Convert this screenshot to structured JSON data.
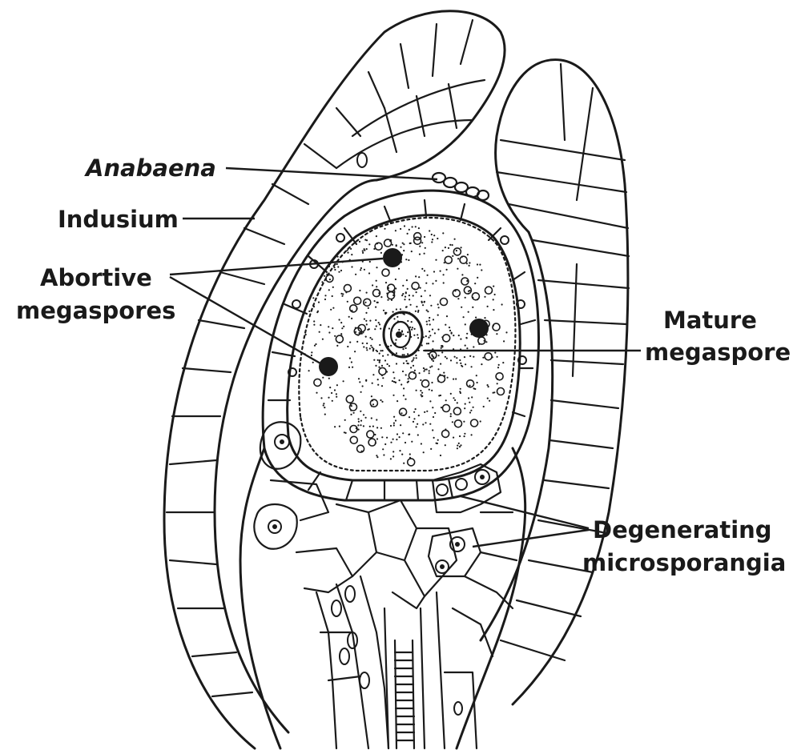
{
  "labels": {
    "anabaena": "Anabaena",
    "indusium": "Indusium",
    "abortive_line1": "Abortive",
    "abortive_line2": "megaspores",
    "mature_line1": "Mature",
    "mature_line2": "megaspore",
    "degenerating_line1": "Degenerating",
    "degenerating_line2": "microsporangia"
  },
  "colors": {
    "ink": "#1a1a1a",
    "background": "#ffffff"
  }
}
